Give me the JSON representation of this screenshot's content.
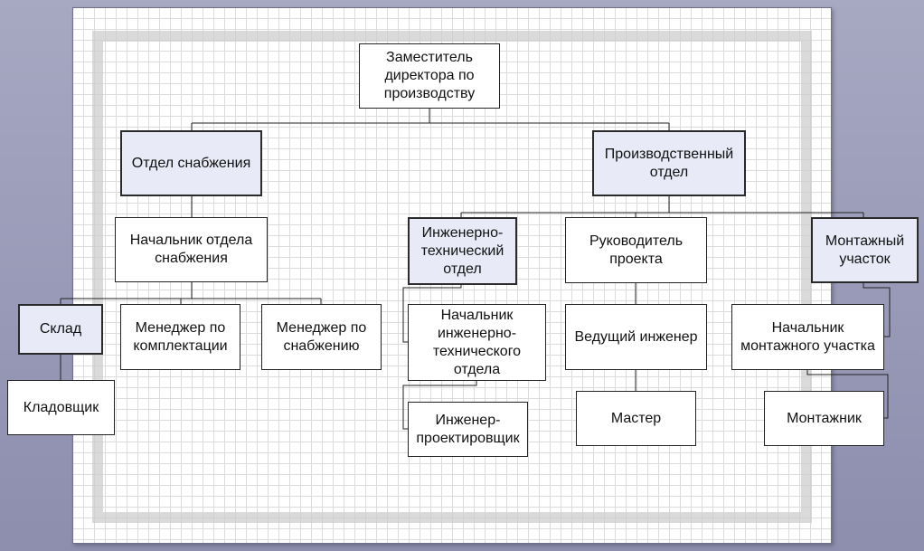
{
  "diagram": {
    "nodes": {
      "deputy_director": "Заместитель\nдиректора по\nпроизводству",
      "supply_dept": "Отдел снабжения",
      "production_dept": "Производственный\nотдел",
      "supply_head": "Начальник отдела\nснабжения",
      "warehouse": "Склад",
      "assembly_manager": "Менеджер по\nкомплектации",
      "supply_manager": "Менеджер по\nснабжению",
      "storekeeper": "Кладовщик",
      "engineering_dept": "Инженерно-\nтехнический\nотдел",
      "project_lead": "Руководитель\nпроекта",
      "installation_site": "Монтажный\nучасток",
      "engineering_head": "Начальник\nинженерно-\nтехнического\nотдела",
      "lead_engineer": "Ведущий инженер",
      "installation_head": "Начальник\nмонтажного участка",
      "design_engineer": "Инженер-\nпроектировщик",
      "foreman": "Мастер",
      "installer": "Монтажник"
    }
  }
}
